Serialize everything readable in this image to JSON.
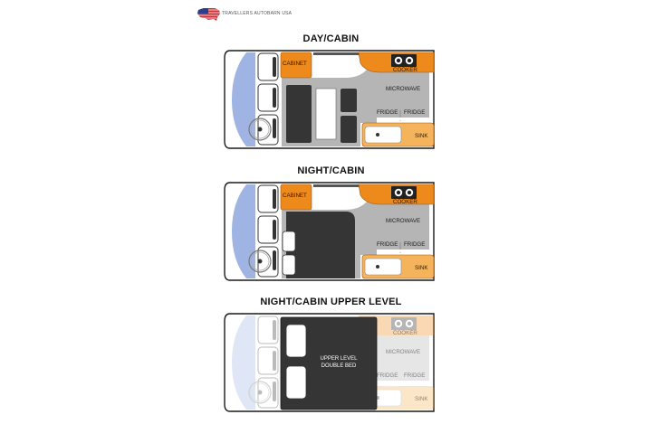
{
  "brand": {
    "logo_text": "TRAVELLERS AUTOBARN USA"
  },
  "plans": [
    {
      "title": "DAY/CABIN",
      "labels": {
        "cabinet": "CABINET",
        "cooker": "COOKER",
        "microwave": "MICROWAVE",
        "fridge_left": "FRIDGE",
        "fridge_right": "FRIDGE",
        "sink": "SINK"
      }
    },
    {
      "title": "NIGHT/CABIN",
      "labels": {
        "cabinet": "CABINET",
        "cooker": "COOKER",
        "microwave": "MICROWAVE",
        "fridge_left": "FRIDGE",
        "fridge_right": "FRIDGE",
        "sink": "SINK"
      }
    },
    {
      "title": "NIGHT/CABIN UPPER LEVEL",
      "labels": {
        "cooker": "COOKER",
        "microwave": "MICROWAVE",
        "fridge_left": "FRIDGE",
        "fridge_right": "FRIDGE",
        "sink": "SINK",
        "bed_line1": "UPPER LEVEL",
        "bed_line2": "DOUBLE BED"
      }
    }
  ],
  "colors": {
    "orange": "#ee8a1c",
    "orange_light": "#f5b45c",
    "blue": "#9fb4e2",
    "dark": "#353535",
    "grey": "#b5b5b5",
    "outline": "#1a1a1a"
  }
}
